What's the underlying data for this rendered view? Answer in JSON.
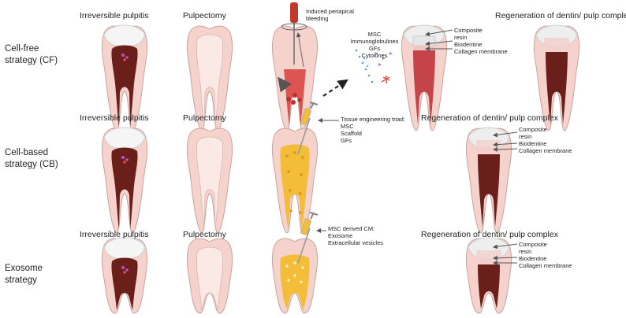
{
  "rows": [
    {
      "label_line1": "Cell-free",
      "label_line2": "strategy (CF)",
      "col1": "Irreversible pulpitis",
      "col2": "Pulpectomy",
      "col4": "Regeneration of dentin/ pulp complex",
      "bleeding_label_line1": "Induced periapical",
      "bleeding_label_line2": "bleeding",
      "factors": [
        "MSC",
        "Immunoglobulines",
        "GFs",
        "Cytokines"
      ],
      "layers": [
        "Composite",
        "resin",
        "Biodentine",
        "Collagen membrane"
      ]
    },
    {
      "label_line1": "Cell-based",
      "label_line2": "strategy (CB)",
      "col1": "Irreversible pulpitis",
      "col2": "Pulpectomy",
      "col4": "Regeneration of dentin/ pulp complex",
      "injection_notes": [
        "Tissue engineering triad:",
        "MSC",
        "Scaffold",
        "GFs"
      ],
      "layers": [
        "Composite",
        "resin",
        "Biodentine",
        "Collagen membrane"
      ]
    },
    {
      "label_line1": "Exosome",
      "label_line2": "strategy",
      "col1": "Irreversible pulpitis",
      "col2": "Pulpectomy",
      "col4": "Regeneration of dentin/ pulp complex",
      "injection_notes": [
        "MSC derived CM:",
        "Exosome",
        "Extracellular vesicles"
      ],
      "layers": [
        "Composite",
        "resin",
        "Biodentine",
        "Collagen membrane"
      ]
    }
  ],
  "colors": {
    "enamel": "#f4f4f4",
    "dentin": "#f6d2cc",
    "pulp": "#6b1f1a",
    "blood": "#b8322e",
    "scaffold": "#f3bd3a",
    "arrow": "#555555"
  }
}
